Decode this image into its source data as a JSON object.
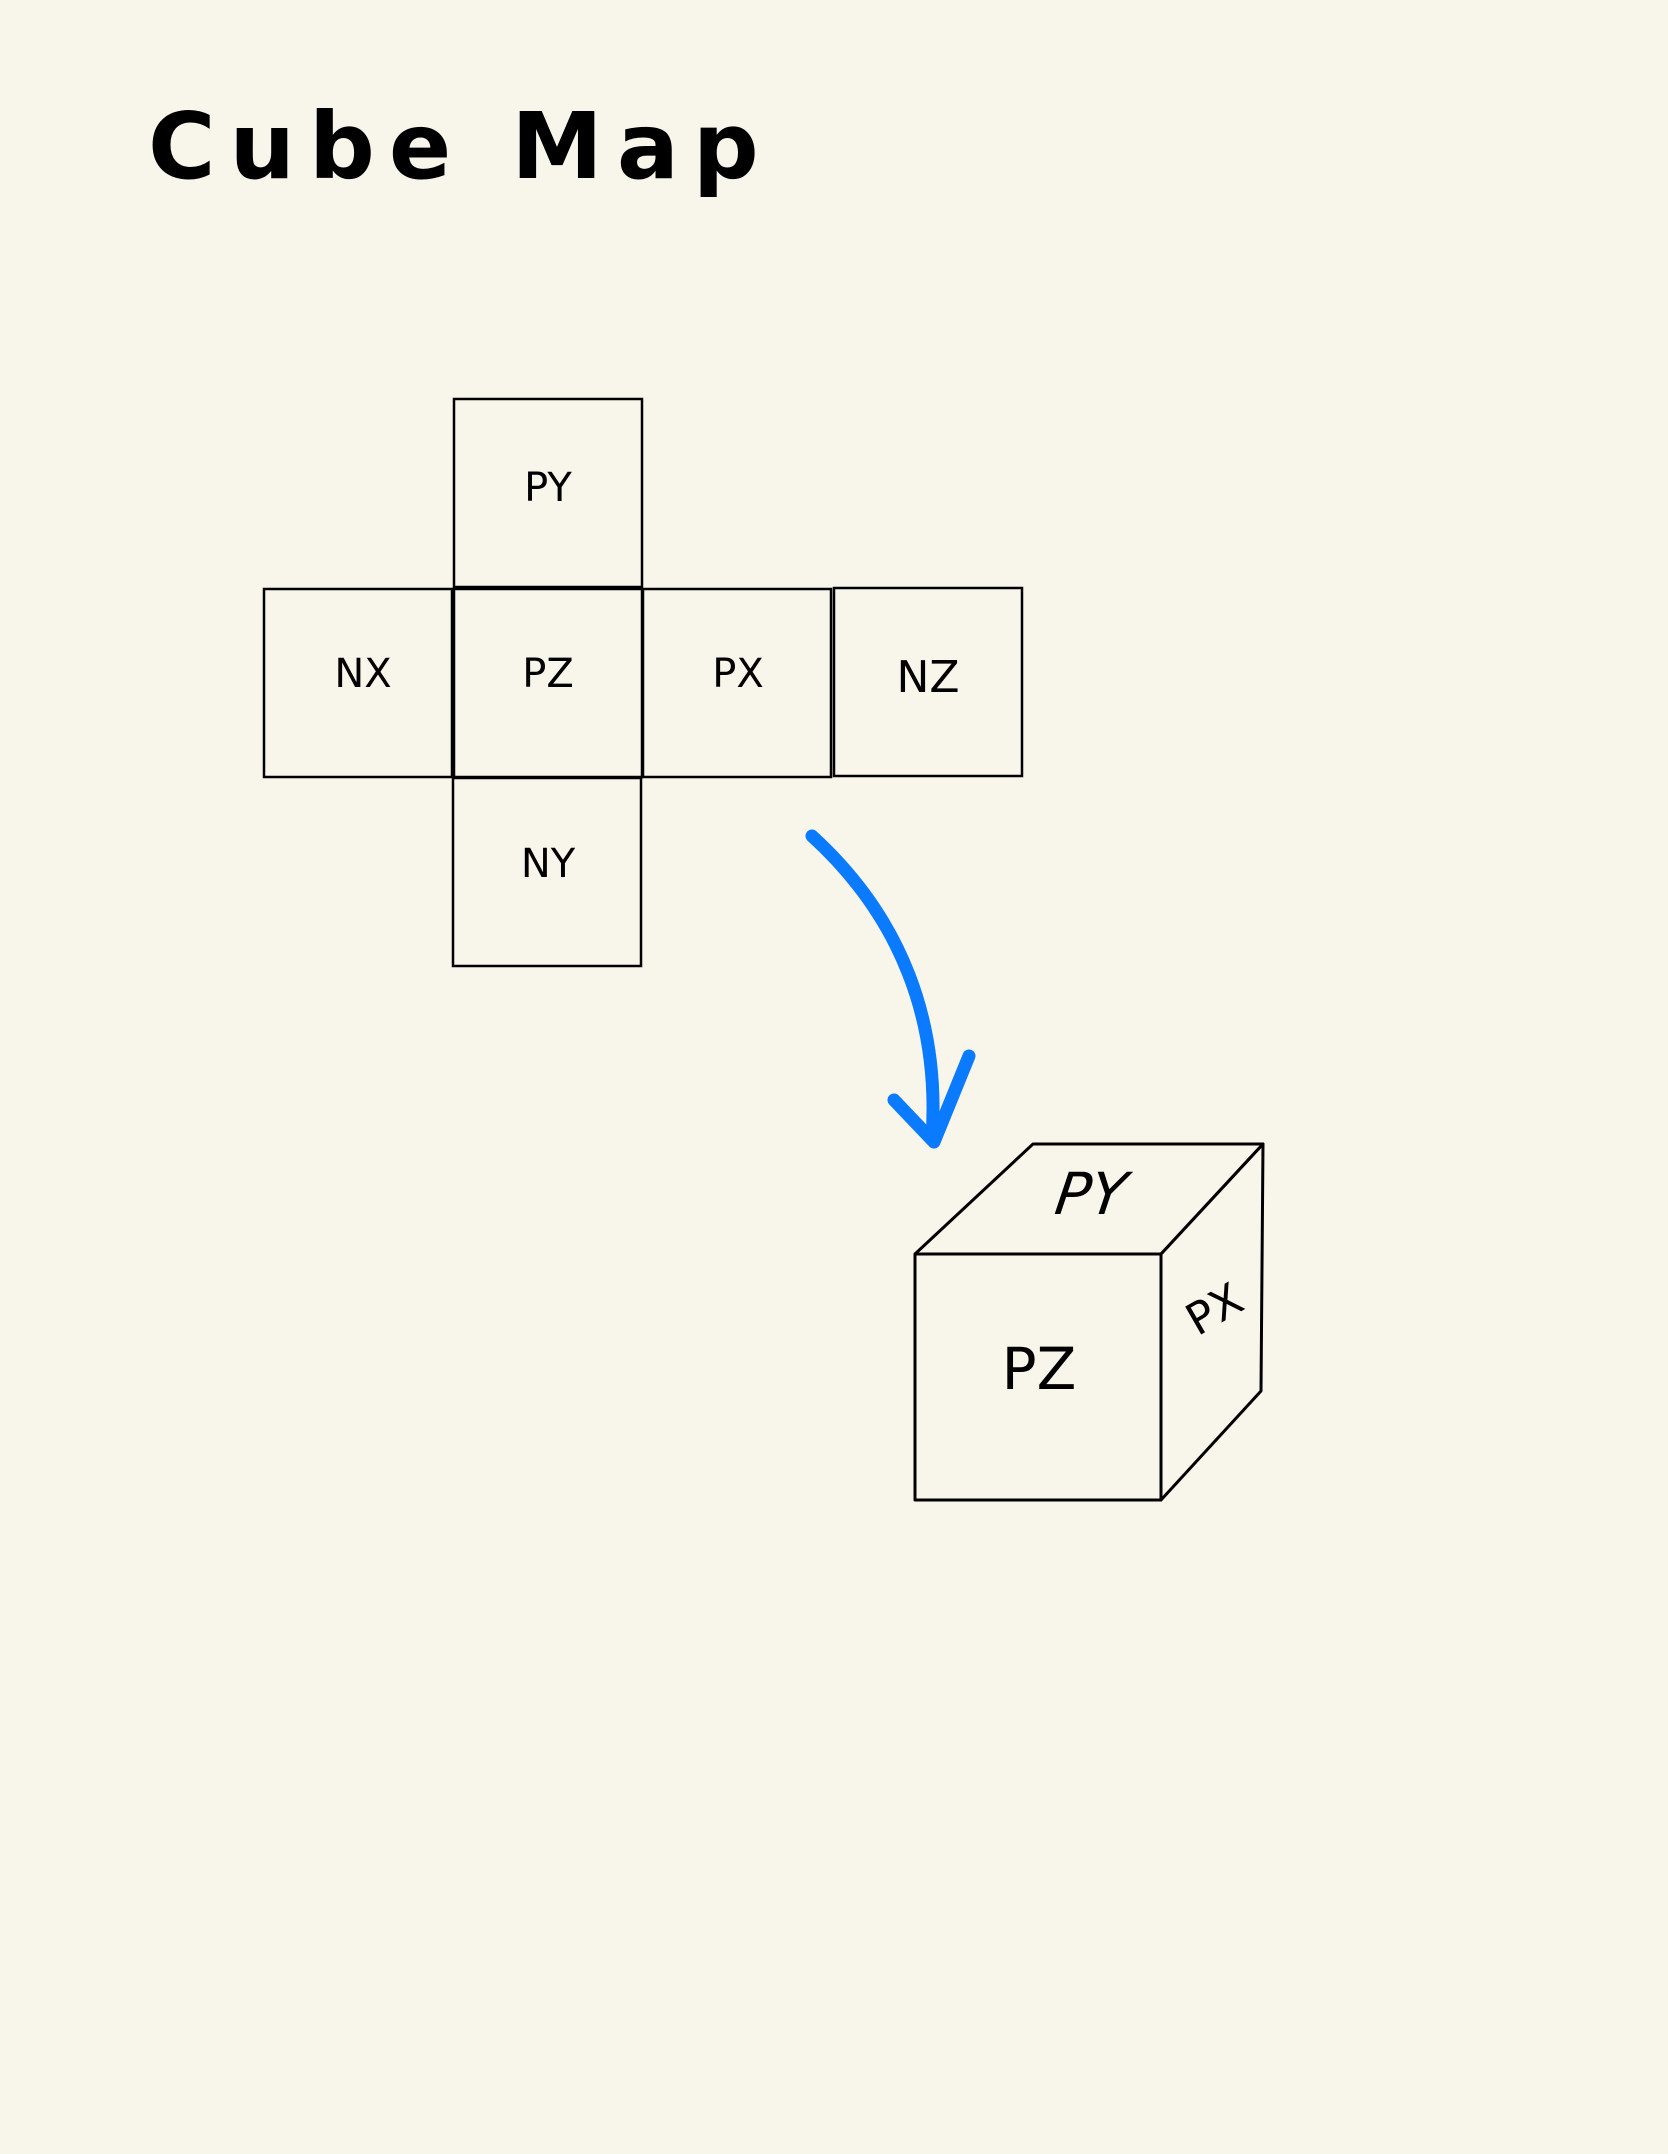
{
  "title": "Cube Map",
  "colors": {
    "background": "#F8F6EA",
    "stroke": "#000000",
    "arrow": "#0A7AFF"
  },
  "net": {
    "faces": [
      {
        "id": "py",
        "label": "PY"
      },
      {
        "id": "nx",
        "label": "NX"
      },
      {
        "id": "pz",
        "label": "PZ"
      },
      {
        "id": "px",
        "label": "PX"
      },
      {
        "id": "nz",
        "label": "NZ"
      },
      {
        "id": "ny",
        "label": "NY"
      }
    ]
  },
  "cube": {
    "front_label": "PZ",
    "top_label": "PY",
    "side_label": "PX"
  },
  "arrow": {
    "icon": "curved-arrow-down-icon"
  }
}
